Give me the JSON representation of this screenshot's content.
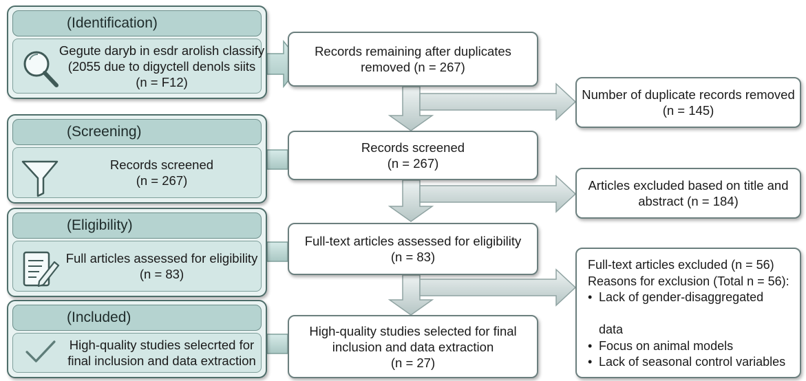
{
  "stages": [
    {
      "key": "identification",
      "header": "(Identification)",
      "icon": "magnifier-icon",
      "lines": [
        "Gegute daryb in esdr arolish classify",
        "(2055 due to digyctell denols siits",
        "(n = F12)"
      ]
    },
    {
      "key": "screening",
      "header": "(Screening)",
      "icon": "funnel-icon",
      "lines": [
        "Records screened",
        "(n = 267)"
      ]
    },
    {
      "key": "eligibility",
      "header": "(Eligibility)",
      "icon": "document-pen-icon",
      "lines": [
        "Full articles assessed for eligibility",
        "(n = 83)"
      ]
    },
    {
      "key": "included",
      "header": "(Included)",
      "icon": "checkmark-icon",
      "lines": [
        "High-quality studies selecrted for",
        "final inclusion and data extraction"
      ]
    }
  ],
  "flow": [
    {
      "key": "after-duplicates",
      "lines": [
        "Records remaining after duplicates",
        "removed (n = 267)"
      ]
    },
    {
      "key": "records-screened",
      "lines": [
        "Records screened",
        "(n = 267)"
      ]
    },
    {
      "key": "fulltext-assessed",
      "lines": [
        "Full-text articles assessed for eligibility",
        "(n = 83)"
      ]
    },
    {
      "key": "final-included",
      "lines": [
        "High-quality studies selected for final",
        "inclusion and data extraction",
        "(n = 27)"
      ]
    }
  ],
  "exclusions": [
    {
      "key": "duplicates-removed",
      "lines": [
        "Number of duplicate records removed",
        "(n = 145)"
      ]
    },
    {
      "key": "title-abstract-excluded",
      "lines": [
        "Articles excluded based on title and",
        "abstract (n = 184)"
      ]
    }
  ],
  "fulltext_excluded": {
    "title": "Full-text articles excluded (n = 56)",
    "reasons_title": "Reasons for exclusion (Total n = 56):",
    "reasons": [
      [
        "Lack of gender-disaggregated",
        "data"
      ],
      [
        "Focus on animal models"
      ],
      [
        "Lack of seasonal control variables"
      ]
    ]
  },
  "colors": {
    "stage_fill": "#d3e7e5",
    "stage_header": "#b5d3d0",
    "stage_border": "#4e6e6a",
    "arrow_fill": "#c4d2d1",
    "connector_fill": "#bdd7d4"
  }
}
